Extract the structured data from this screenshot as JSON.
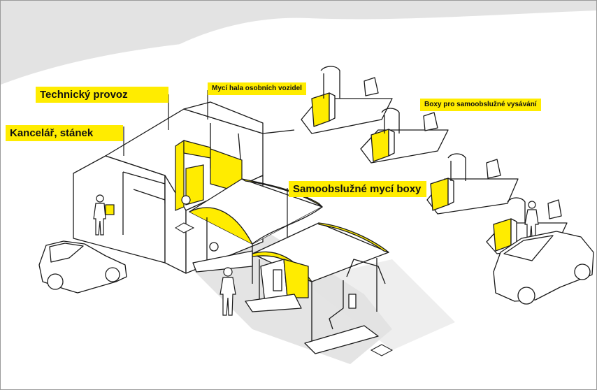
{
  "labels": {
    "technicky_provoz": "Technický provoz",
    "kancelar_stanek": "Kancelář, stánek",
    "myci_hala": "Mycí hala osobních vozidel",
    "boxy_vysavani": "Boxy pro samoobslužné vysávání",
    "samoobsluzne_boxy": "Samoobslužné mycí boxy"
  },
  "colors": {
    "accent": "#ffec00",
    "background": "#e3e3e3",
    "ground": "#ffffff",
    "line": "#1a1a1a"
  },
  "icons": [
    "person-icon",
    "car-icon",
    "vacuum-station-icon",
    "wash-hall-building-icon",
    "canopy-icon"
  ]
}
